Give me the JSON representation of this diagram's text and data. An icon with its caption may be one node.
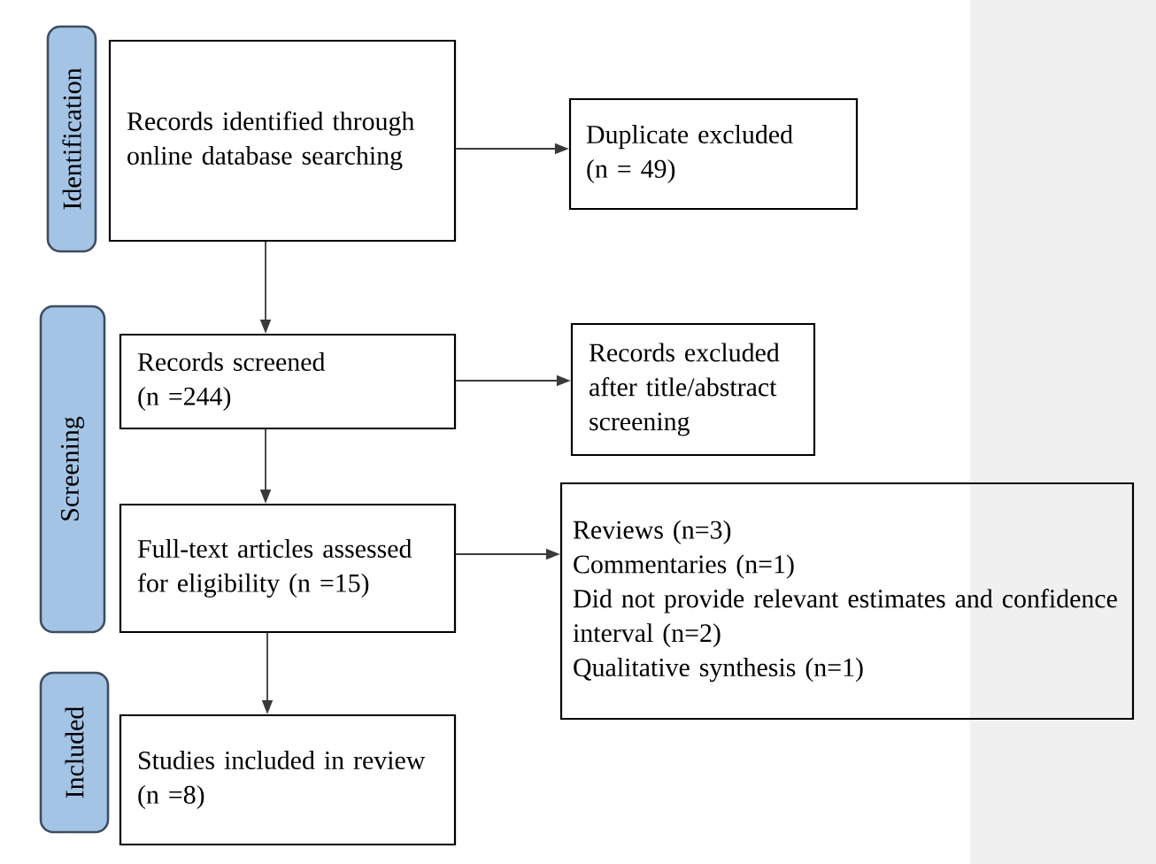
{
  "diagram": {
    "nodes": [
      {
        "text": [
          "Identification"
        ]
      },
      {
        "text": [
          "Records identified through online database searching"
        ]
      },
      {
        "text": [
          "Duplicate excluded",
          "(n = 49)"
        ]
      },
      {
        "text": [
          "Screening"
        ]
      },
      {
        "text": [
          "Records screened",
          "(n =244)"
        ]
      },
      {
        "text": [
          "Records excluded after title/abstract screening"
        ]
      },
      {
        "text": [
          "Full-text articles assessed for eligibility (n =15)"
        ]
      },
      {
        "text": [
          "Reviews (n=3)",
          "Commentaries (n=1)",
          "Did not provide relevant estimates and confidence interval (n=2)",
          "Qualitative synthesis (n=1)"
        ]
      },
      {
        "text": [
          "Included"
        ]
      },
      {
        "text": [
          "Studies included in review",
          "(n =8)"
        ]
      }
    ],
    "edges": [
      {
        "from": 1,
        "to": 2,
        "arrow": "to"
      },
      {
        "from": 1,
        "to": 4,
        "arrow": "to"
      },
      {
        "from": 4,
        "to": 5,
        "arrow": "to"
      },
      {
        "from": 4,
        "to": 6,
        "arrow": "to"
      },
      {
        "from": 6,
        "to": 7,
        "arrow": "to"
      },
      {
        "from": 6,
        "to": 9,
        "arrow": "to"
      }
    ]
  }
}
